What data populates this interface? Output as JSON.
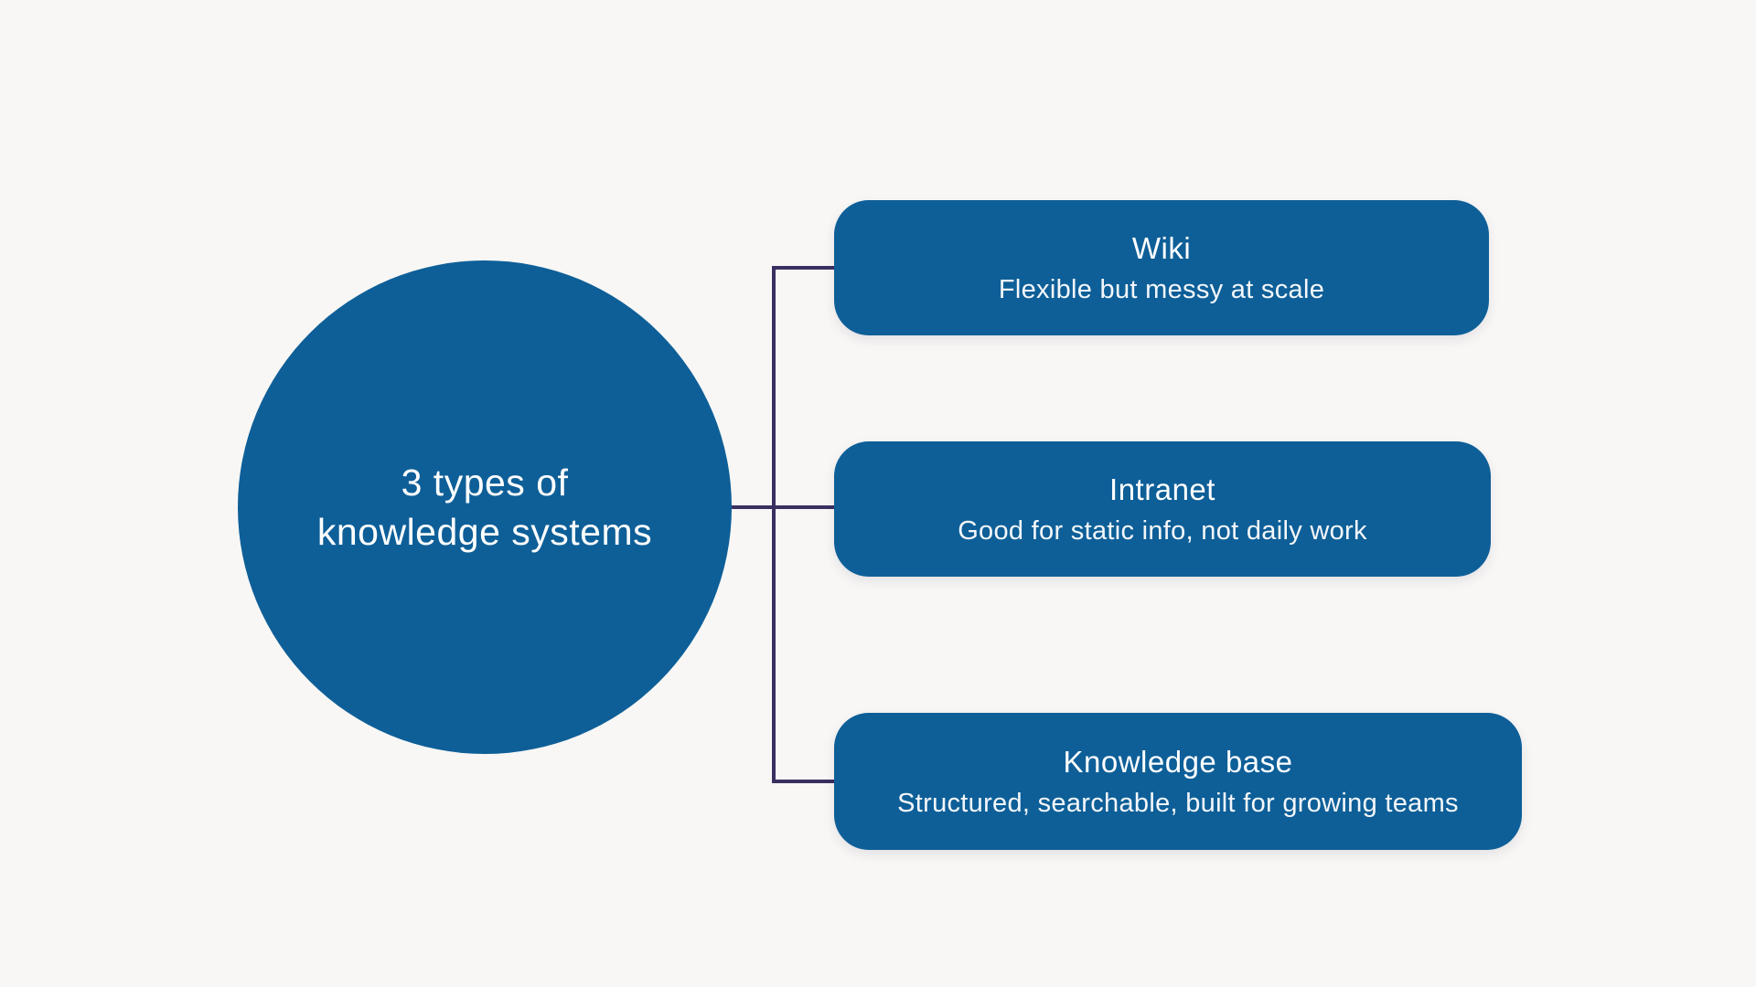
{
  "colors": {
    "background": "#f8f7f5",
    "node_fill": "#0e5f98",
    "connector": "#3a3060",
    "text": "#ffffff"
  },
  "center": {
    "title_line1": "3 types of",
    "title_line2": "knowledge systems"
  },
  "branches": [
    {
      "title": "Wiki",
      "subtitle": "Flexible but messy at scale"
    },
    {
      "title": "Intranet",
      "subtitle": "Good for static info, not daily work"
    },
    {
      "title": "Knowledge base",
      "subtitle": "Structured, searchable, built for growing teams"
    }
  ]
}
